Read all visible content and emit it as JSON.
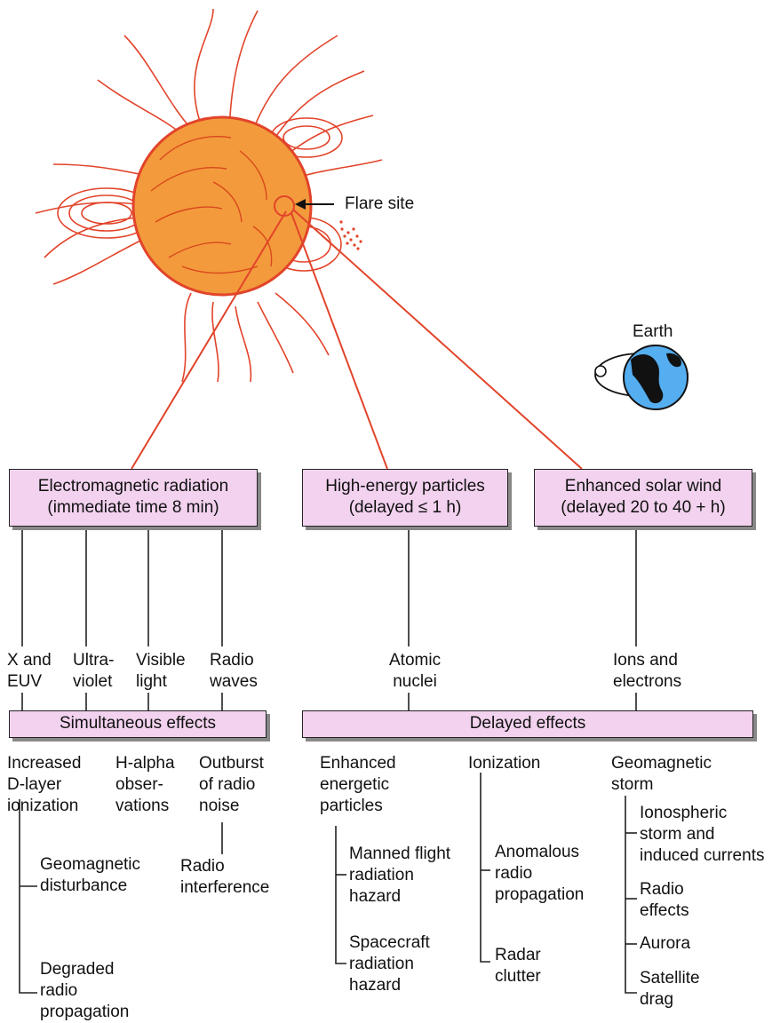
{
  "labels": {
    "flare_site": "Flare site",
    "earth": "Earth"
  },
  "sources": {
    "em": "Electromagnetic radiation\n(immediate time 8 min)",
    "particles": "High-energy particles\n(delayed ≤ 1 h)",
    "wind": "Enhanced solar wind\n(delayed 20 to 40 + h)"
  },
  "emissions": {
    "xray": "X and\nEUV",
    "uv": "Ultra-\nviolet",
    "visible": "Visible\nlight",
    "radio": "Radio\nwaves",
    "nuclei": "Atomic\nnuclei",
    "ions": "Ions and\nelectrons"
  },
  "effect_bars": {
    "simultaneous": "Simultaneous effects",
    "delayed": "Delayed effects"
  },
  "simultaneous_effects": {
    "dlayer": "Increased\nD-layer\nionization",
    "halpha": "H-alpha\nobser-\nvations",
    "outburst": "Outburst\nof radio\nnoise",
    "geomag_dist": "Geomagnetic\ndisturbance",
    "degraded": "Degraded\nradio\npropagation",
    "interference": "Radio\ninterference"
  },
  "delayed_effects": {
    "energetic": "Enhanced\nenergetic\nparticles",
    "manned": "Manned flight\nradiation\nhazard",
    "spacecraft": "Spacecraft\nradiation\nhazard",
    "ionization": "Ionization",
    "anomalous": "Anomalous\nradio\npropagation",
    "radar": "Radar\nclutter",
    "storm": "Geomagnetic\nstorm",
    "ionospheric": "Ionospheric\nstorm and\ninduced currents",
    "radio_effects": "Radio\neffects",
    "aurora": "Aurora",
    "satellite": "Satellite\ndrag"
  },
  "colors": {
    "sun_fill": "#f39a3c",
    "sun_lines": "#e2442a",
    "box_fill": "#f2d2ee",
    "earth_ocean": "#55aef0",
    "earth_land": "#111111"
  }
}
